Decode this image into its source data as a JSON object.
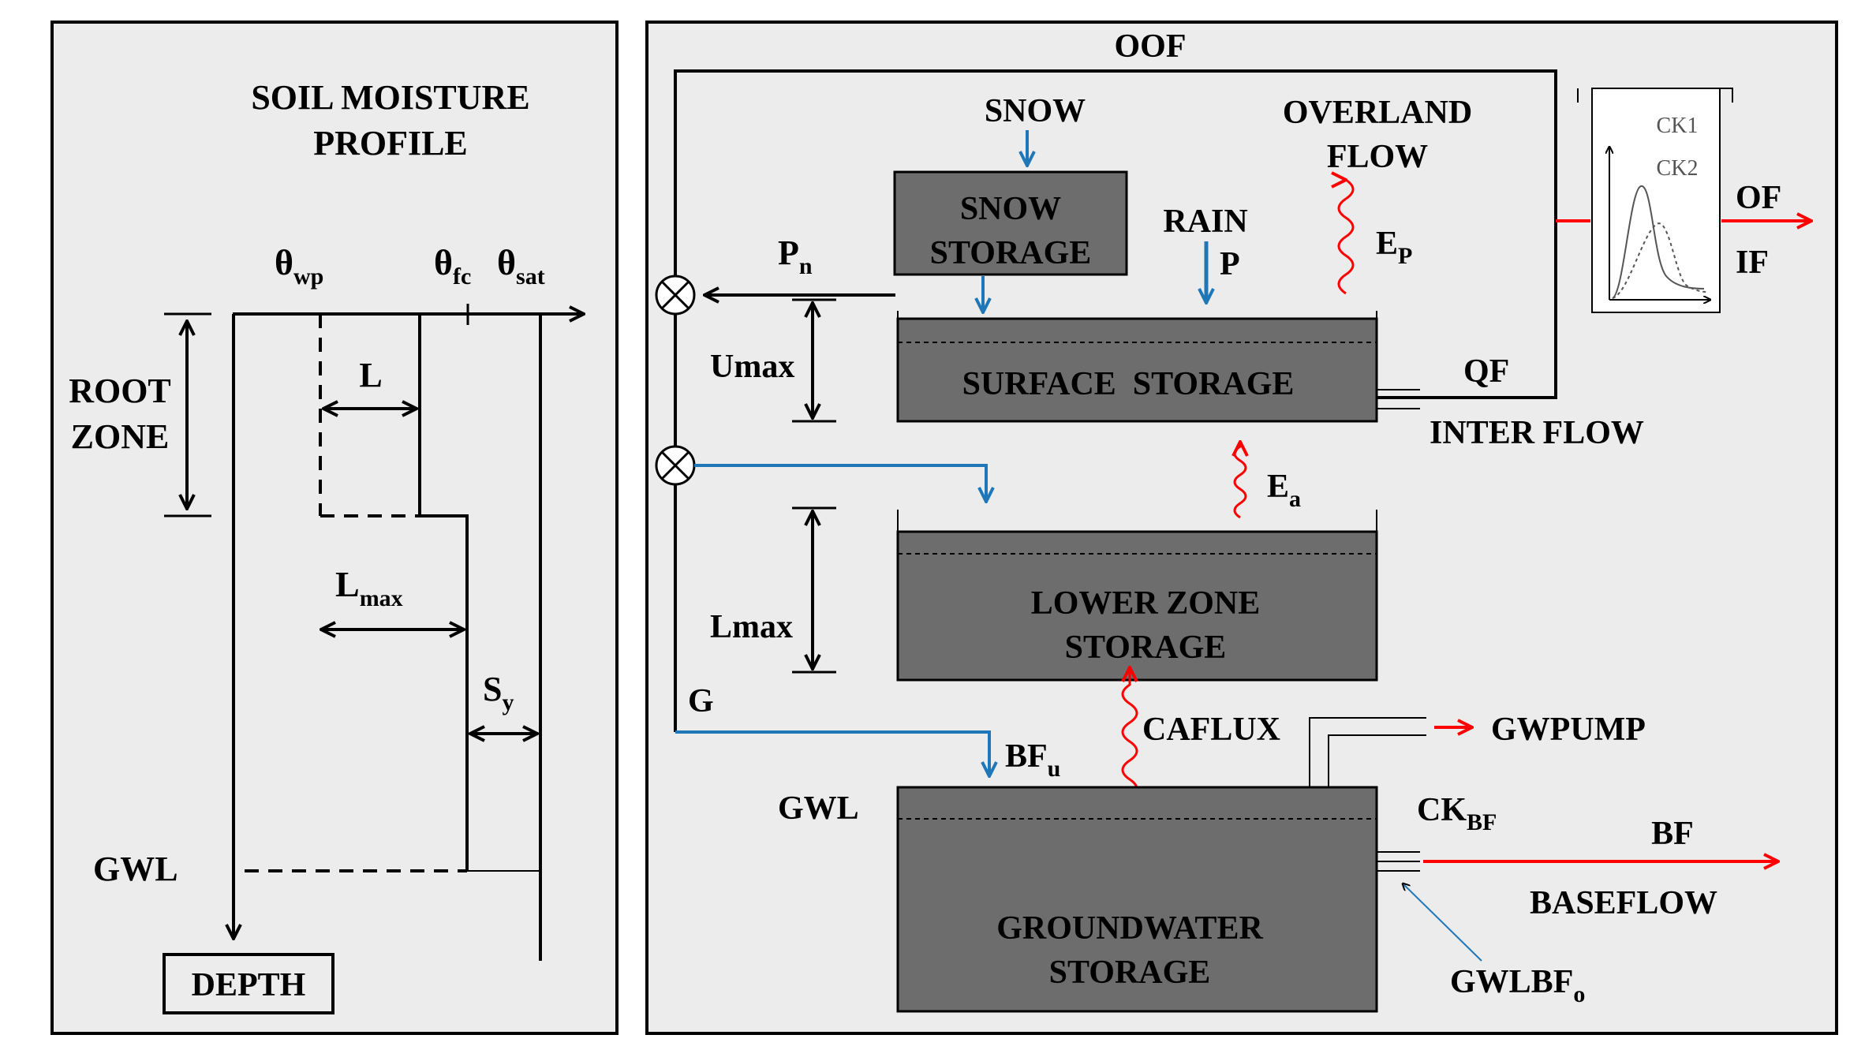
{
  "left_panel": {
    "title_line1": "SOIL MOISTURE",
    "title_line2": "PROFILE",
    "theta_wp": {
      "symbol": "θ",
      "sub": "wp"
    },
    "theta_fc": {
      "symbol": "θ",
      "sub": "fc"
    },
    "theta_sat": {
      "symbol": "θ",
      "sub": "sat"
    },
    "root_zone_line1": "ROOT",
    "root_zone_line2": "ZONE",
    "l_label": "L",
    "lmax_label": {
      "main": "L",
      "sub": "max"
    },
    "sy_label": {
      "main": "S",
      "sub": "y"
    },
    "gwl_label": "GWL",
    "depth_label": "DEPTH"
  },
  "right_panel": {
    "oof": "OOF",
    "snow": "SNOW",
    "snow_storage_line1": "SNOW",
    "snow_storage_line2": "STORAGE",
    "overland_line1": "OVERLAND",
    "overland_line2": "FLOW",
    "rain": "RAIN",
    "p": "P",
    "ep": {
      "main": "E",
      "sub": "P"
    },
    "pn": {
      "main": "P",
      "sub": "n"
    },
    "umax": "Umax",
    "surface_storage": "SURFACE  STORAGE",
    "qf": "QF",
    "inter_flow": "INTER FLOW",
    "ea": {
      "main": "E",
      "sub": "a"
    },
    "lmax": "Lmax",
    "lower_zone_line1": "LOWER ZONE",
    "lower_zone_line2": "STORAGE",
    "g": "G",
    "caflux": "CAFLUX",
    "gwpump": "GWPUMP",
    "bfu": {
      "main": "BF",
      "sub": "u"
    },
    "gwl": "GWL",
    "ckbf": {
      "main": "CK",
      "sub": "BF"
    },
    "bf": "BF",
    "baseflow": "BASEFLOW",
    "groundwater_line1": "GROUNDWATER",
    "groundwater_line2": "STORAGE",
    "gwlbfo": {
      "main": "GWLBF",
      "sub": "o"
    },
    "ck1": "CK1",
    "ck2": "CK2",
    "of": "OF",
    "if": "IF"
  },
  "colors": {
    "panel_bg": "#ececec",
    "storage_fill": "#6d6d6d",
    "blue_arrow": "#1f77b8",
    "red_arrow": "#ff0000",
    "outline": "#000000"
  }
}
